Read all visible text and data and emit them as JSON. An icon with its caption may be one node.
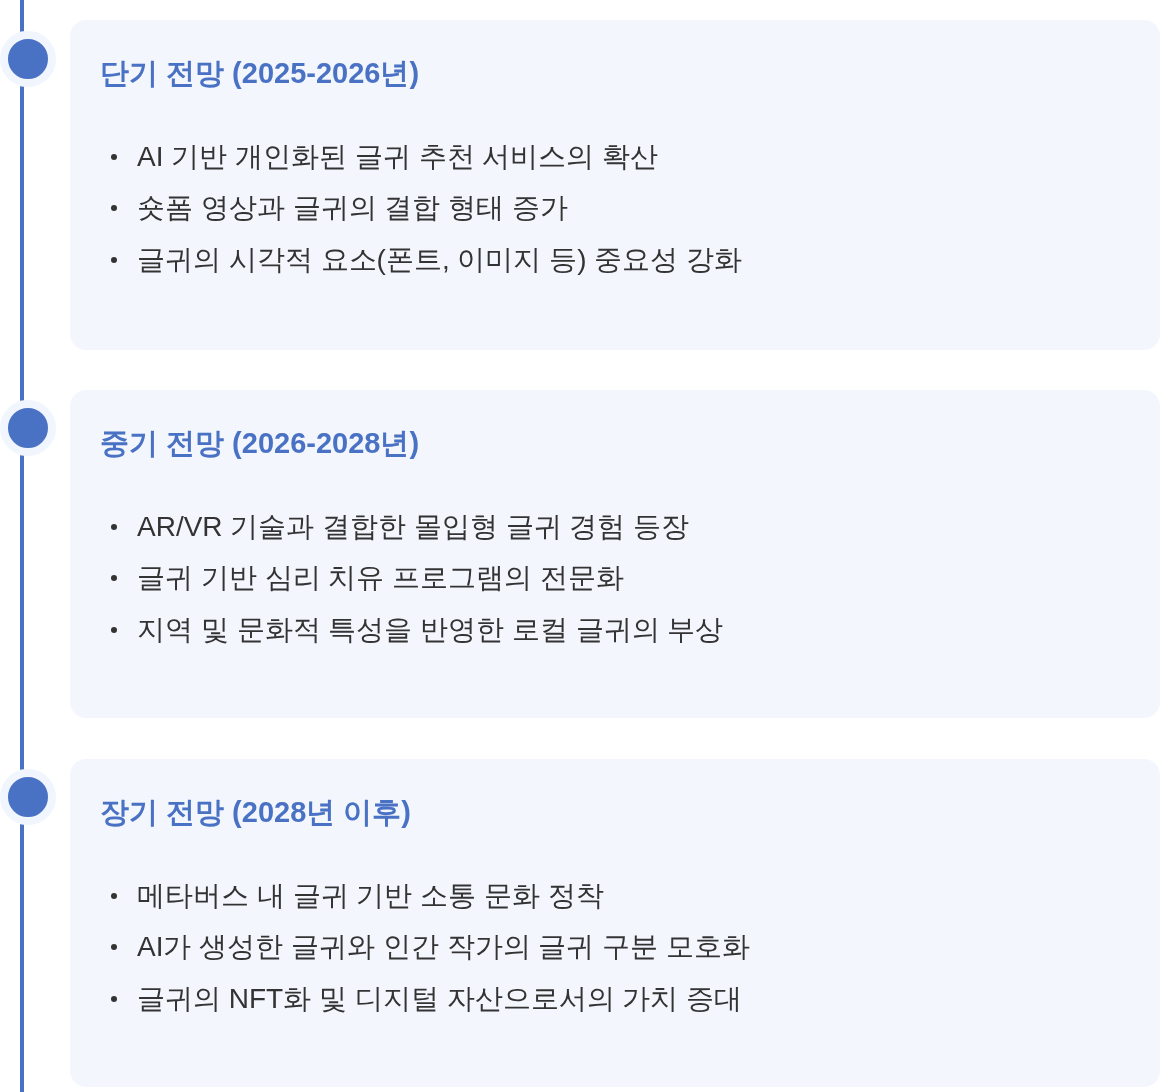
{
  "diagram": {
    "nodes": [
      {
        "text": [],
        "shape": "circle"
      },
      {
        "text": [
          "단기 전망 (2025-2026년)",
          "AI 기반 개인화된 글귀 추천 서비스의 확산",
          "숏폼 영상과 글귀의 결합 형태 증가",
          "글귀의 시각적 요소(폰트, 이미지 등) 중요성 강화"
        ]
      },
      {
        "text": [],
        "shape": "circle"
      },
      {
        "text": [
          "중기 전망 (2026-2028년)",
          "AR/VR 기술과 결합한 몰입형 글귀 경험 등장",
          "글귀 기반 심리 치유 프로그램의 전문화",
          "지역 및 문화적 특성을 반영한 로컬 글귀의 부상"
        ]
      },
      {
        "text": [],
        "shape": "circle"
      },
      {
        "text": [
          "장기 전망 (2028년 이후)",
          "메타버스 내 글귀 기반 소통 문화 정착",
          "AI가 생성한 글귀와 인간 작가의 글귀 구분 모호화",
          "글귀의 NFT화 및 디지털 자산으로서의 가치 증대"
        ]
      }
    ],
    "edges": [
      {
        "from": null,
        "to": 0,
        "arrow": "none"
      },
      {
        "from": 0,
        "to": 2,
        "arrow": "none"
      },
      {
        "from": 2,
        "to": 4,
        "arrow": "none"
      },
      {
        "from": 4,
        "to": null,
        "arrow": "none"
      }
    ]
  }
}
